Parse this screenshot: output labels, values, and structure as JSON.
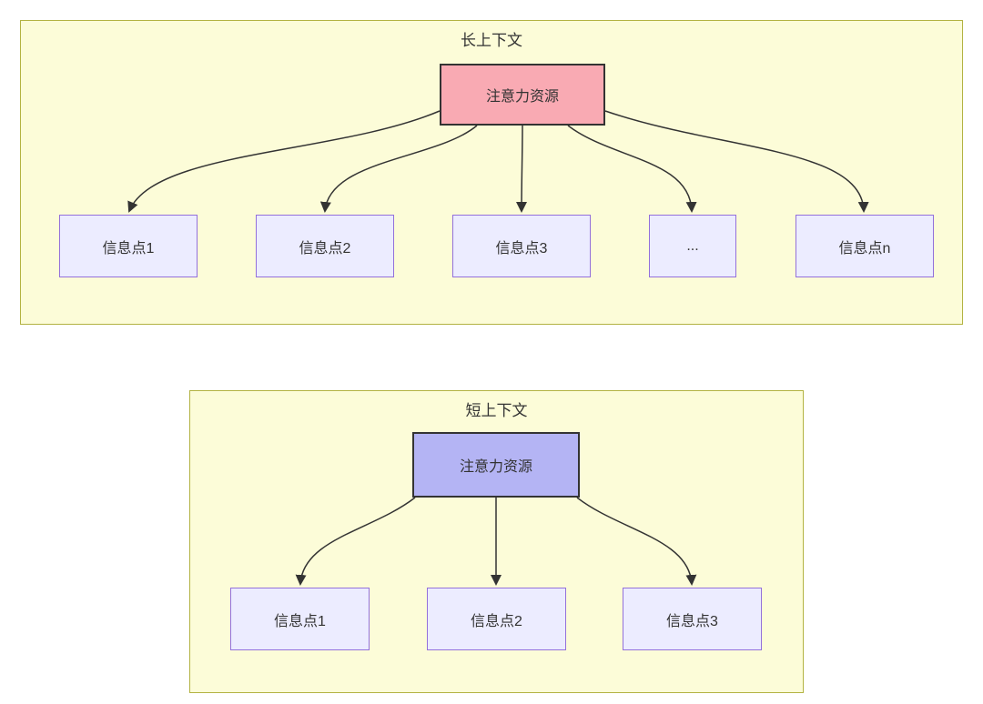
{
  "diagram": {
    "type": "flowchart",
    "background": "#ffffff"
  },
  "colors": {
    "cluster_fill": "#fcfcd8",
    "cluster_border": "#b3b342",
    "info_node_fill": "#ececff",
    "info_node_border": "#9370db",
    "long_root_fill": "#f9aab3",
    "short_root_fill": "#b4b4f4",
    "root_border": "#333333",
    "edge_color": "#333333",
    "text_color": "#333333"
  },
  "long_context": {
    "title": "长上下文",
    "root": {
      "label": "注意力资源"
    },
    "nodes": [
      {
        "label": "信息点1"
      },
      {
        "label": "信息点2"
      },
      {
        "label": "信息点3"
      },
      {
        "label": "..."
      },
      {
        "label": "信息点n"
      }
    ]
  },
  "short_context": {
    "title": "短上下文",
    "root": {
      "label": "注意力资源"
    },
    "nodes": [
      {
        "label": "信息点1"
      },
      {
        "label": "信息点2"
      },
      {
        "label": "信息点3"
      }
    ]
  }
}
